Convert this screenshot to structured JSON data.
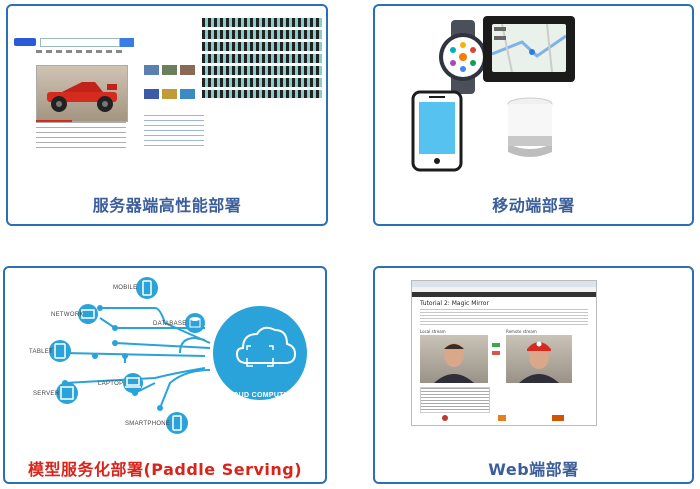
{
  "panels": {
    "server": {
      "caption": "服务器端高性能部署"
    },
    "mobile": {
      "caption": "移动端部署"
    },
    "serving": {
      "caption": "模型服务化部署(Paddle Serving)"
    },
    "web": {
      "caption": "Web端部署"
    }
  },
  "serving_nodes": {
    "mobile": "MOBILE",
    "network": "NETWORK",
    "database": "DATABASE",
    "tablet": "TABLET",
    "server": "SERVER",
    "laptop": "LAPTOP",
    "smartphone": "SMARTPHONE",
    "cloud": "CLOUD COMPUTING"
  },
  "web_demo": {
    "title": "Tutorial 2: Magic Mirror",
    "local_label": "Local stream",
    "remote_label": "Remote stream"
  },
  "colors": {
    "border": "#2b6fb6",
    "caption": "#3b5e9b",
    "caption_highlight": "#d9241b",
    "accent_blue": "#29a3d9"
  }
}
